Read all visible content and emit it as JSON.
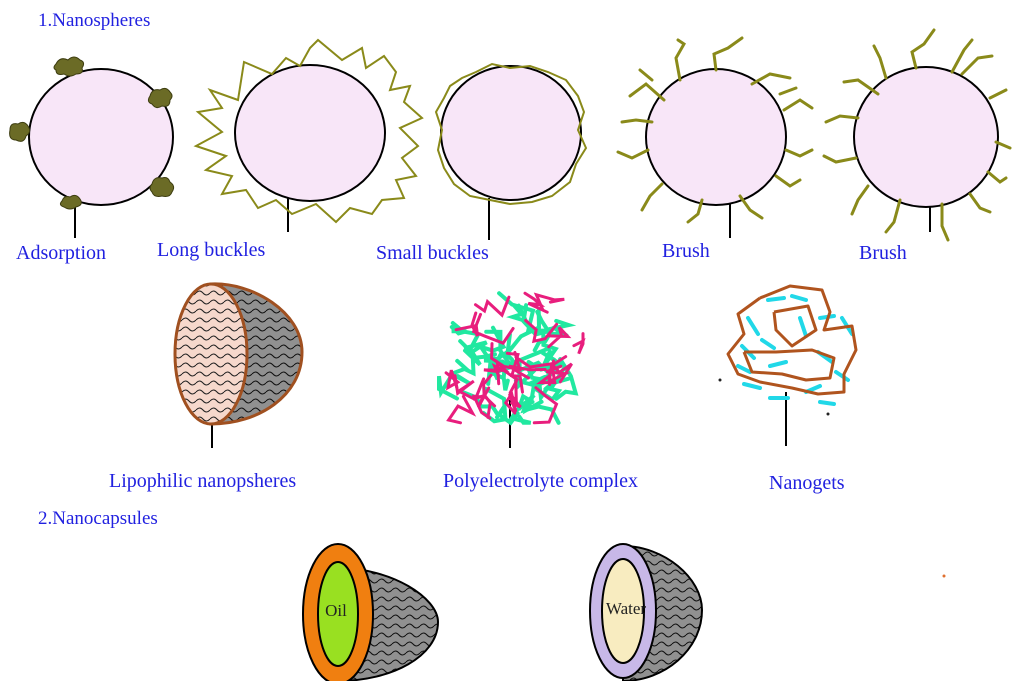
{
  "sections": {
    "nanospheres": "1.Nanospheres",
    "nanocapsules": "2.Nanocapsules"
  },
  "labels": {
    "adsorption": "Adsorption",
    "long_buckles": "Long buckles",
    "small_buckles": "Small buckles",
    "brush_1": "Brush",
    "brush_2": "Brush",
    "lipophilic": "Lipophilic nanopsheres",
    "polyelectrolyte": "Polyelectrolyte complex",
    "nanogets": "Nanogets",
    "oil": "Oil",
    "water": "Water"
  },
  "colors": {
    "label_text": "#2121e0",
    "sphere_fill": "#f8e6f8",
    "polymer_olive": "#8a8a1a",
    "adsorbate": "#6b6b26",
    "oil_shell": "#f07f10",
    "oil_core": "#99e021",
    "water_shell": "#c8b8e8",
    "water_core": "#f8ecc0",
    "hemisphere_interior": "#909090",
    "polyelectrolyte_green": "#21e8a0",
    "polyelectrolyte_pink": "#e81e7d",
    "nanogel_brown": "#b0541e",
    "nanogel_cyan": "#21d8e8"
  }
}
